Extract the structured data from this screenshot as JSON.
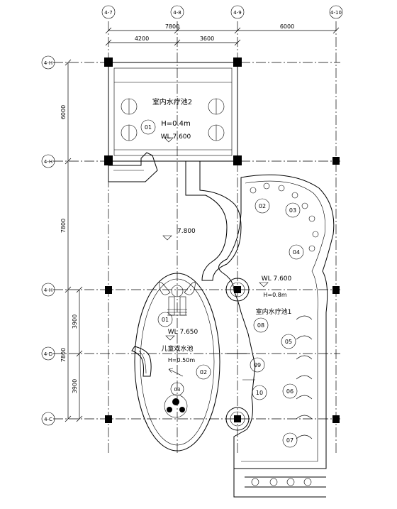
{
  "axes": {
    "top": [
      "4-7",
      "4-8",
      "4-9",
      "4-10"
    ],
    "left": [
      "4-H",
      "4-H",
      "4-H",
      "4-C"
    ],
    "left_secondary": [
      "4-D"
    ]
  },
  "dimensions": {
    "top_total": "7800",
    "top_right": "6000",
    "top_seg1": "4200",
    "top_seg2": "3600",
    "left_seg1": "6000",
    "left_seg2": "7800",
    "left_seg3": "3900",
    "left_seg4": "3900",
    "left_total": "7800"
  },
  "pool2": {
    "name": "室内水疗池2",
    "depth": "H=0.4m",
    "level": "WL 7.600",
    "tag": "01"
  },
  "floor_level": "7.800",
  "pool1": {
    "name": "室内水疗池1",
    "depth": "H=0.8m",
    "level": "WL 7.600",
    "tags": [
      "02",
      "03",
      "04",
      "05",
      "06",
      "07",
      "08",
      "09",
      "10"
    ]
  },
  "kids_pool": {
    "name": "儿童戏水池",
    "depth": "H=0.50m",
    "level": "WL 7.650",
    "tags": [
      "01",
      "02",
      "03"
    ]
  },
  "colors": {
    "line": "#000000",
    "background": "#ffffff"
  }
}
